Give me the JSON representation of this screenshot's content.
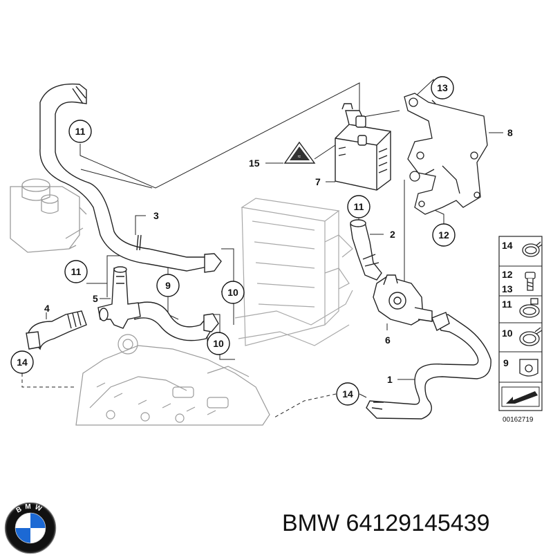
{
  "callouts": {
    "c1": "1",
    "c2": "2",
    "c3": "3",
    "c4": "4",
    "c5": "5",
    "c6": "6",
    "c7": "7",
    "c8": "8",
    "c9": "9",
    "c10a": "10",
    "c10b": "10",
    "c11a": "11",
    "c11b": "11",
    "c11c": "11",
    "c12": "12",
    "c13": "13",
    "c14a": "14",
    "c14b": "14",
    "c15": "15"
  },
  "legend": {
    "l14": "14",
    "l12": "12",
    "l13": "13",
    "l11": "11",
    "l10": "10",
    "l9": "9"
  },
  "diagram_code": "00162719",
  "caption": {
    "brand": "BMW",
    "part_number": "64129145439"
  },
  "logo": {
    "lettering": "BMW",
    "colors": {
      "blue": "#1c69d4",
      "ring": "#111111",
      "white": "#ffffff"
    }
  }
}
